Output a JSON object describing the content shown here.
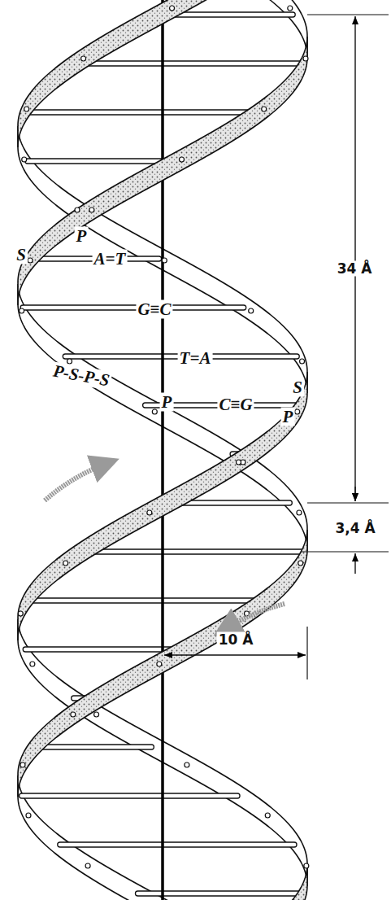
{
  "diagram": {
    "labels": [
      "P",
      "S",
      "A=T",
      "G≡C",
      "T=A",
      "P-S-P-S",
      "P",
      "C≡G",
      "S",
      "P",
      "34 Å",
      "3,4 Å",
      "10 Å"
    ]
  }
}
